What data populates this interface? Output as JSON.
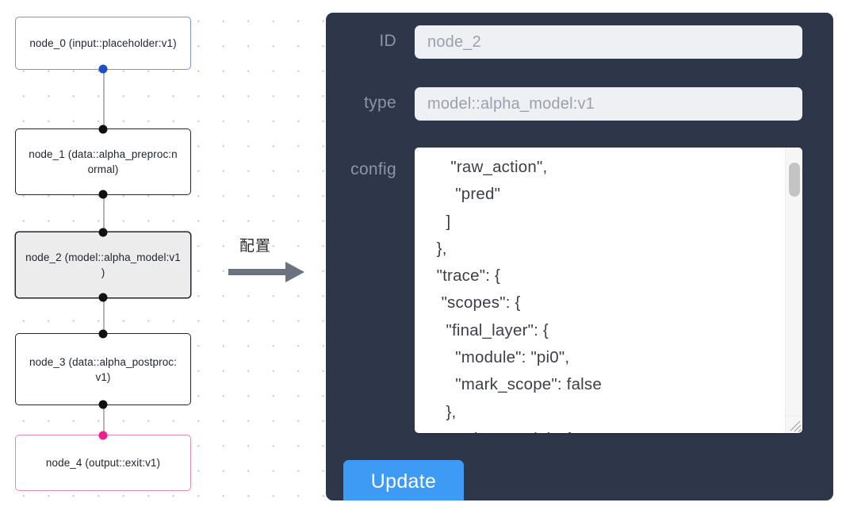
{
  "canvas": {
    "grid": "dot-grid",
    "background": "#ffffff"
  },
  "graph": {
    "nodes": [
      {
        "id": "node_0",
        "label": "node_0\n(input::placeholder:v1)",
        "type_text": "(input::placeholder:v1)",
        "role": "input",
        "selected": false,
        "border_color": "#7b93d4",
        "handle_color": "#1f4fc4"
      },
      {
        "id": "node_1",
        "label": "node_1\n(data::alpha_preproc:n\normal)",
        "type_text": "(data::alpha_preproc:normal)",
        "role": "data",
        "selected": false,
        "border_color": "#1f2430",
        "handle_color": "#101010"
      },
      {
        "id": "node_2",
        "label": "node_2\n(model::alpha_model:v1\n)",
        "type_text": "(model::alpha_model:v1)",
        "role": "model",
        "selected": true,
        "border_color": "#1f2430",
        "handle_color": "#101010"
      },
      {
        "id": "node_3",
        "label": "node_3\n(data::alpha_postproc:\nv1)",
        "type_text": "(data::alpha_postproc:v1)",
        "role": "data",
        "selected": false,
        "border_color": "#1f2430",
        "handle_color": "#101010"
      },
      {
        "id": "node_4",
        "label": "node_4\n(output::exit:v1)",
        "type_text": "(output::exit:v1)",
        "role": "output",
        "selected": false,
        "border_color": "#e889b4",
        "handle_color": "#ee1f8e"
      }
    ],
    "edges": [
      {
        "from": "node_0",
        "to": "node_1"
      },
      {
        "from": "node_1",
        "to": "node_2"
      },
      {
        "from": "node_2",
        "to": "node_3"
      },
      {
        "from": "node_3",
        "to": "node_4"
      }
    ]
  },
  "arrow": {
    "label": "配置",
    "color": "#6c7380",
    "direction": "right"
  },
  "panel": {
    "background": "#2e374a",
    "fields": [
      {
        "label": "ID",
        "value": "node_2"
      },
      {
        "label": "type",
        "value": "model::alpha_model:v1"
      },
      {
        "label": "config",
        "value": ""
      }
    ],
    "id_label": "ID",
    "id_value": "node_2",
    "type_label": "type",
    "type_value": "model::alpha_model:v1",
    "config_label": "config",
    "config_value": "      \"raw_action\",\n       \"pred\"\n     ]\n   },\n   \"trace\": {\n    \"scopes\": {\n     \"final_layer\": {\n       \"module\": \"pi0\",\n       \"mark_scope\": false\n     },\n     \"action_model\": {",
    "update_label": "Update",
    "update_color": "#3d9bf5"
  }
}
